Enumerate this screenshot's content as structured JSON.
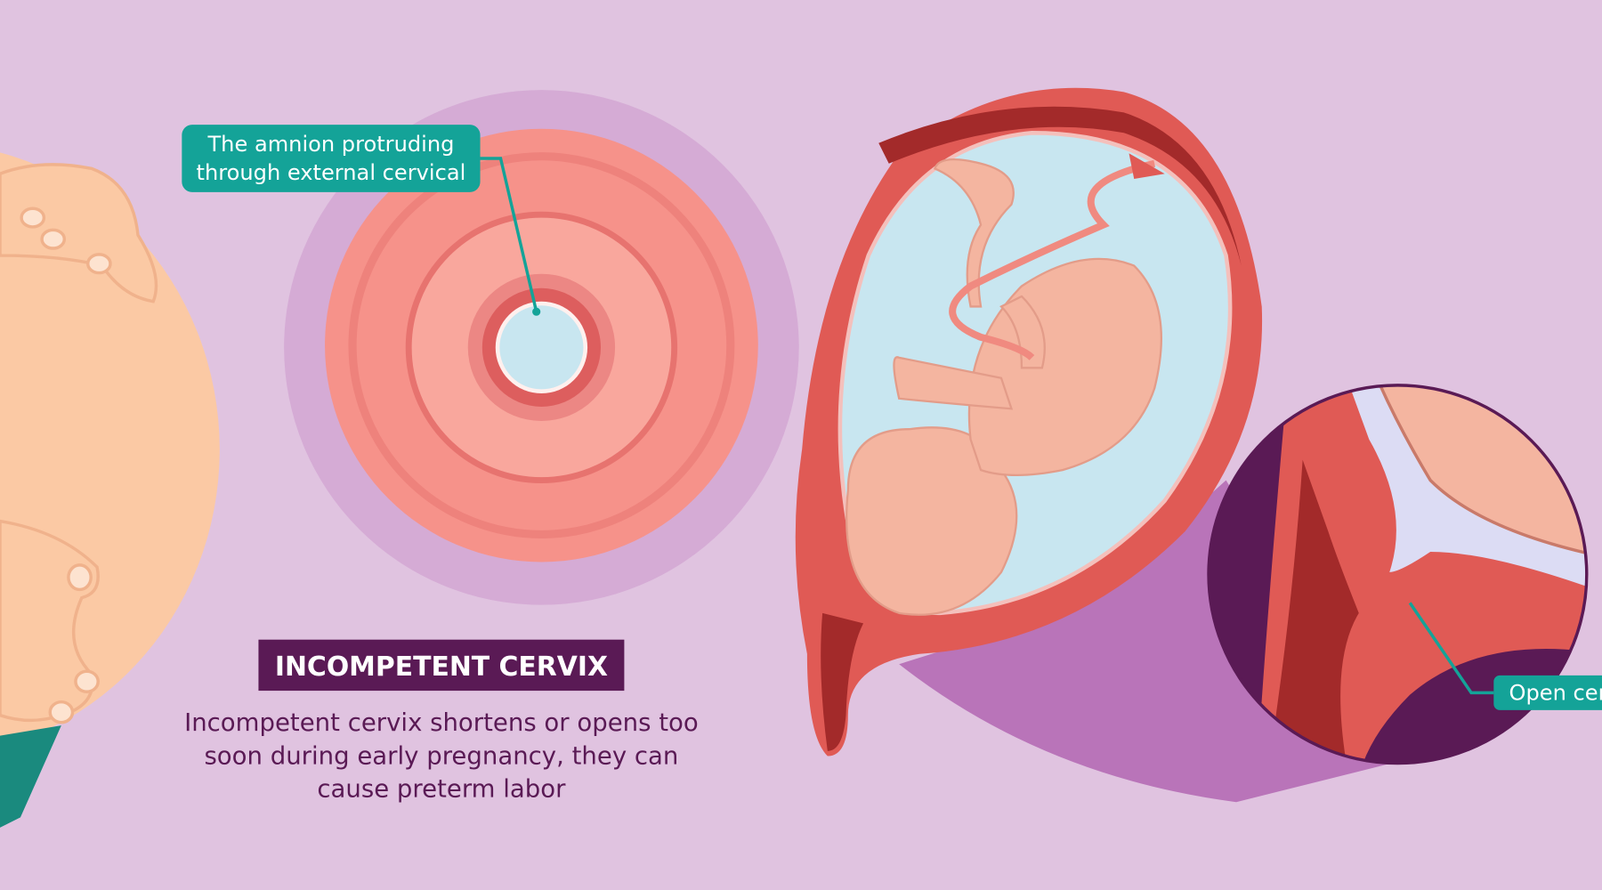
{
  "callouts": {
    "amnion_line1": "The amnion protruding",
    "amnion_line2": "through external cervical",
    "open_cervix": "Open cer"
  },
  "title": "INCOMPETENT CERVIX",
  "description": {
    "line1": "Incompetent cervix shortens or opens too",
    "line2": "soon during early pregnancy, they can",
    "line3": "cause preterm labor"
  },
  "colors": {
    "background": "#e0c3e0",
    "accent_teal": "#14a398",
    "title_purple": "#5a1a55",
    "skin": "#fbc9a4",
    "uterus_red": "#e05a55"
  }
}
